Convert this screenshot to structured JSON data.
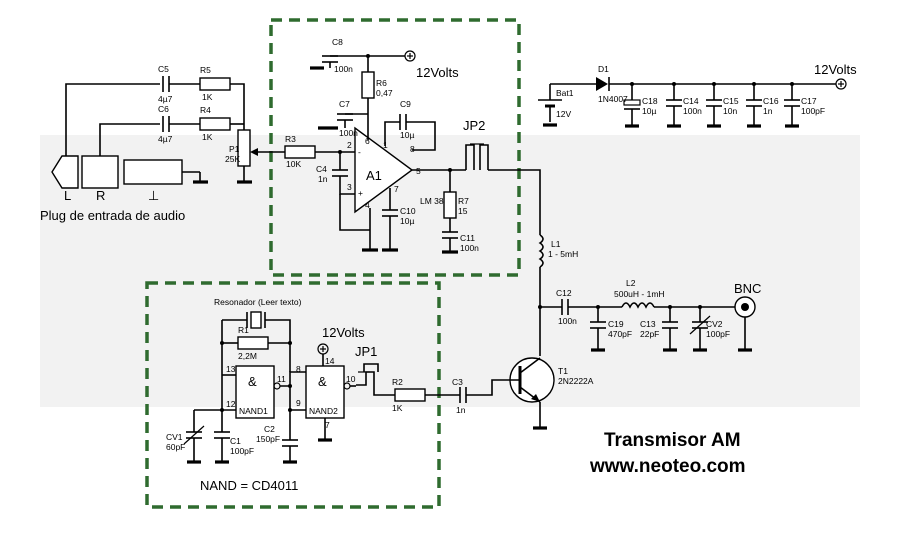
{
  "title": "Transmisor AM",
  "website": "www.neoteo.com",
  "audio_plug": {
    "caption": "Plug de entrada de audio",
    "left": "L",
    "right": "R",
    "ground": "⊥"
  },
  "supply_label_top": "12Volts",
  "supply_label_battery": "12Volts",
  "supply_label_oscillator": "12Volts",
  "nand_note": "NAND = CD4011",
  "resonator": "Resonador (Leer texto)",
  "components": {
    "C5": {
      "name": "C5",
      "value": "4µ7"
    },
    "R5": {
      "name": "R5",
      "value": "1K"
    },
    "C6": {
      "name": "C6",
      "value": "4µ7"
    },
    "R4": {
      "name": "R4",
      "value": "1K"
    },
    "P1": {
      "name": "P1",
      "value": "25K"
    },
    "R3": {
      "name": "R3",
      "value": "10K"
    },
    "C8": {
      "name": "C8",
      "value": "100n"
    },
    "R6": {
      "name": "R6",
      "value": "0,47"
    },
    "C7": {
      "name": "C7",
      "value": "100n"
    },
    "C9": {
      "name": "C9",
      "value": "10µ"
    },
    "C4": {
      "name": "C4",
      "value": "1n"
    },
    "A1": {
      "name": "A1",
      "value": "LM 386"
    },
    "C10": {
      "name": "C10",
      "value": "10µ"
    },
    "R7": {
      "name": "R7",
      "value": "15"
    },
    "C11": {
      "name": "C11",
      "value": "100n"
    },
    "JP2": {
      "name": "JP2"
    },
    "L1": {
      "name": "L1",
      "value": "1 - 5mH"
    },
    "Bat1": {
      "name": "Bat1",
      "value": "12V"
    },
    "D1": {
      "name": "D1",
      "value": "1N4007"
    },
    "C18": {
      "name": "C18",
      "value": "10µ"
    },
    "C14": {
      "name": "C14",
      "value": "100n"
    },
    "C15": {
      "name": "C15",
      "value": "10n"
    },
    "C16": {
      "name": "C16",
      "value": "1n"
    },
    "C17": {
      "name": "C17",
      "value": "100pF"
    },
    "C12": {
      "name": "C12",
      "value": "100n"
    },
    "L2": {
      "name": "L2",
      "value": "500uH - 1mH"
    },
    "C19": {
      "name": "C19",
      "value": "470pF"
    },
    "C13": {
      "name": "C13",
      "value": "22pF"
    },
    "CV2": {
      "name": "CV2",
      "value": "100pF"
    },
    "BNC": {
      "name": "BNC"
    },
    "T1": {
      "name": "T1",
      "value": "2N2222A"
    },
    "C3": {
      "name": "C3",
      "value": "1n"
    },
    "R2": {
      "name": "R2",
      "value": "1K"
    },
    "JP1": {
      "name": "JP1"
    },
    "R1": {
      "name": "R1",
      "value": "2,2M"
    },
    "CV1": {
      "name": "CV1",
      "value": "60pF"
    },
    "C1": {
      "name": "C1",
      "value": "100pF"
    },
    "C2": {
      "name": "C2",
      "value": "150pF"
    },
    "NAND1": {
      "name": "NAND1"
    },
    "NAND2": {
      "name": "NAND2"
    }
  },
  "pins": {
    "a1_p2": "2",
    "a1_p3": "3",
    "a1_p6": "6",
    "a1_p1": "1",
    "a1_p8": "8",
    "a1_p5": "5",
    "a1_p7": "7",
    "a1_p4": "4",
    "n1_p13": "13",
    "n1_p12": "12",
    "n1_p11": "11",
    "n2_p8": "8",
    "n2_p9": "9",
    "n2_p10": "10",
    "n2_p14": "14",
    "n2_p7": "7",
    "amp_minus": "-",
    "amp_plus": "+",
    "gate_symbol": "&"
  }
}
